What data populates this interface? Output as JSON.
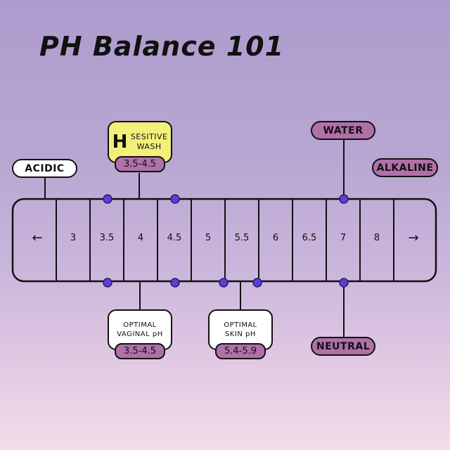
{
  "title": "PH Balance 101",
  "scale": {
    "left_arrow": "←",
    "right_arrow": "→",
    "cells": [
      "3",
      "3.5",
      "4",
      "4.5",
      "5",
      "5.5",
      "6",
      "6.5",
      "7",
      "8"
    ]
  },
  "labels": {
    "acidic": "ACIDIC",
    "alkaline": "ALKALINE",
    "water": "WATER",
    "neutral": "NEUTRAL"
  },
  "sensitive_wash": {
    "letter": "H",
    "line1": "SESITIVE",
    "line2": "WASH",
    "range": "3.5-4.5"
  },
  "optimal_vaginal": {
    "line1": "OPTIMAL",
    "line2": "VAGINAL pH",
    "range": "3.5-4.5"
  },
  "optimal_skin": {
    "line1": "OPTIMAL",
    "line2": "SKIN pH",
    "range": "5.4-5.9"
  },
  "colors": {
    "accent_purple": "#b070a8",
    "dot": "#5a3fd6",
    "highlight_yellow": "#f2ef7a"
  }
}
